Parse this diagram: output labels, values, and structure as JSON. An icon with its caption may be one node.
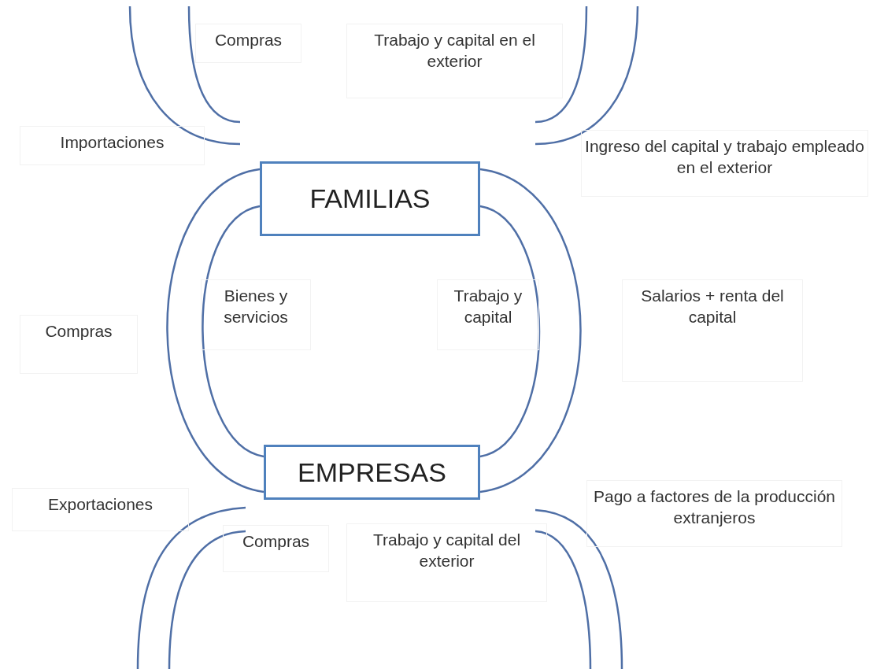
{
  "diagram": {
    "nodes": [
      {
        "text": [
          "FAMILIAS"
        ]
      },
      {
        "text": [
          "EMPRESAS"
        ]
      }
    ],
    "edges": [
      {
        "from": 0,
        "to": 1,
        "arrow": "none"
      },
      {
        "from": 0,
        "to": 1,
        "arrow": "none"
      },
      {
        "from": 0,
        "to": 1,
        "arrow": "none"
      },
      {
        "from": 0,
        "to": 1,
        "arrow": "none"
      }
    ],
    "labels": [
      "Compras",
      "Trabajo y capital en el exterior",
      "Importaciones",
      "Ingreso del capital y trabajo empleado en el exterior",
      "Compras",
      "Bienes y servicios",
      "Trabajo y capital",
      "Salarios + renta del capital",
      "Exportaciones",
      "Pago a factores de la producción extranjeros",
      "Compras",
      "Trabajo y capital del exterior"
    ]
  }
}
